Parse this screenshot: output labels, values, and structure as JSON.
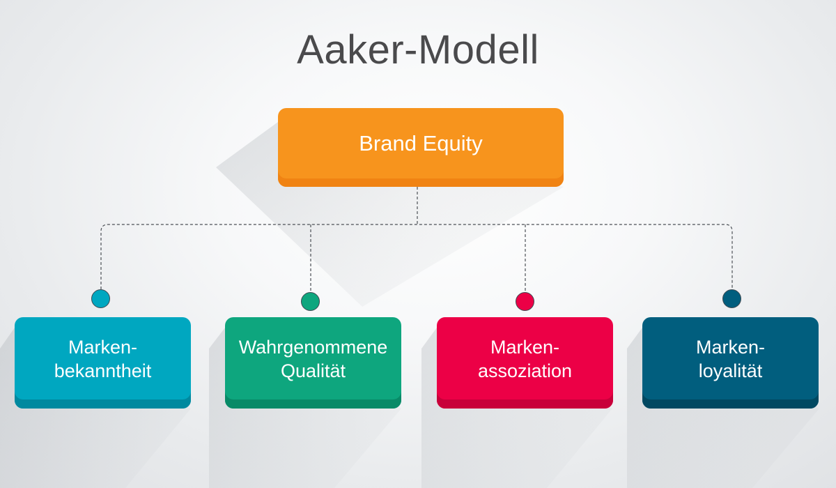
{
  "title": "Aaker-Modell",
  "root": {
    "label": "Brand Equity",
    "color": "#f7941d"
  },
  "children": [
    {
      "label": "Marken-\nbekanntheit",
      "color": "#00a7c0"
    },
    {
      "label": "Wahrgenommene\nQualität",
      "color": "#0ea67e"
    },
    {
      "label": "Marken-\nassoziation",
      "color": "#ec0046"
    },
    {
      "label": "Marken-\nloyalität",
      "color": "#015e7e"
    }
  ]
}
